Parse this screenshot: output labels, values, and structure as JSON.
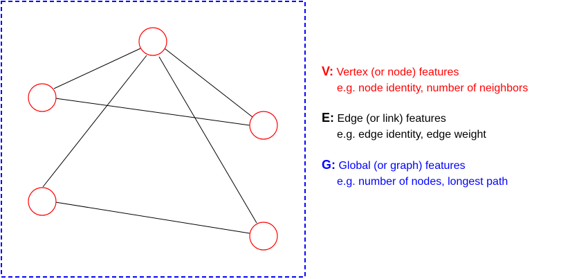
{
  "legend": {
    "vertex": {
      "key": "V:",
      "title": "Vertex (or node) features",
      "example": "e.g. node identity, number of neighbors",
      "color": "#ff0000"
    },
    "edge": {
      "key": "E:",
      "title": "Edge (or link) features",
      "example": "e.g. edge identity, edge weight",
      "color": "#000000"
    },
    "global": {
      "key": "G:",
      "title": "Global (or graph) features",
      "example": "e.g. number of nodes, longest path",
      "color": "#0000ff"
    }
  },
  "colors": {
    "frame_border": "#0000ff",
    "node_stroke": "#ff0000",
    "edge_stroke": "#000000"
  }
}
